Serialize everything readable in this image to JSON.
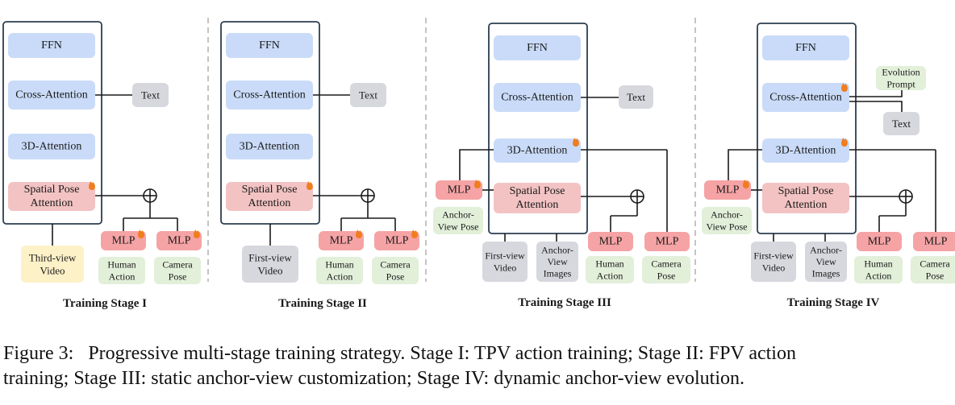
{
  "colors": {
    "frame": "#2c3e50",
    "line": "#1a1a1a",
    "divider": "#b5b5b5",
    "blue_block": "#c9dbf8",
    "red_block": "#f3c3c3",
    "grey_block": "#d6d8dd",
    "green_block": "#e2efd9",
    "yellow_block": "#fdf1c7",
    "mlp_block": "#f5a3a5",
    "flame": "#f07d1e"
  },
  "icons": [
    "flame-icon",
    "plus-circle-icon"
  ],
  "stages": [
    {
      "title": "Training Stage I",
      "ffn": "FFN",
      "cross_attention": "Cross-Attention",
      "attention_3d": "3D-Attention",
      "spatial_pose": [
        "Spatial Pose",
        "Attention"
      ],
      "text": "Text",
      "video": [
        "Third-view",
        "Video"
      ],
      "mlp_human": "MLP",
      "mlp_camera": "MLP",
      "human_action": [
        "Human",
        "Action"
      ],
      "camera_pose": [
        "Camera",
        "Pose"
      ]
    },
    {
      "title": "Training Stage II",
      "ffn": "FFN",
      "cross_attention": "Cross-Attention",
      "attention_3d": "3D-Attention",
      "spatial_pose": [
        "Spatial Pose",
        "Attention"
      ],
      "text": "Text",
      "video": [
        "First-view",
        "Video"
      ],
      "mlp_human": "MLP",
      "mlp_camera": "MLP",
      "human_action": [
        "Human",
        "Action"
      ],
      "camera_pose": [
        "Camera",
        "Pose"
      ]
    },
    {
      "title": "Training Stage III",
      "ffn": "FFN",
      "cross_attention": "Cross-Attention",
      "attention_3d": "3D-Attention",
      "spatial_pose": [
        "Spatial Pose",
        "Attention"
      ],
      "text": "Text",
      "video": [
        "First-view",
        "Video"
      ],
      "anchor_images": [
        "Anchor-",
        "View",
        "Images"
      ],
      "mlp_anchor": "MLP",
      "anchor_pose": [
        "Anchor-",
        "View Pose"
      ],
      "mlp_human": "MLP",
      "mlp_camera": "MLP",
      "human_action": [
        "Human",
        "Action"
      ],
      "camera_pose": [
        "Camera",
        "Pose"
      ]
    },
    {
      "title": "Training Stage IV",
      "ffn": "FFN",
      "cross_attention": "Cross-Attention",
      "attention_3d": "3D-Attention",
      "spatial_pose": [
        "Spatial Pose",
        "Attention"
      ],
      "text": "Text",
      "evolution_prompt": [
        "Evolution",
        "Prompt"
      ],
      "video": [
        "First-view",
        "Video"
      ],
      "anchor_images": [
        "Anchor-",
        "View",
        "Images"
      ],
      "mlp_anchor": "MLP",
      "anchor_pose": [
        "Anchor-",
        "View Pose"
      ],
      "mlp_human": "MLP",
      "mlp_camera": "MLP",
      "human_action": [
        "Human",
        "Action"
      ],
      "camera_pose": [
        "Camera",
        "Pose"
      ]
    }
  ],
  "caption": {
    "line1": "Figure 3:   Progressive multi-stage training strategy. Stage I: TPV action training; Stage II: FPV action",
    "line2": "training; Stage III: static anchor-view customization; Stage IV: dynamic anchor-view evolution."
  }
}
